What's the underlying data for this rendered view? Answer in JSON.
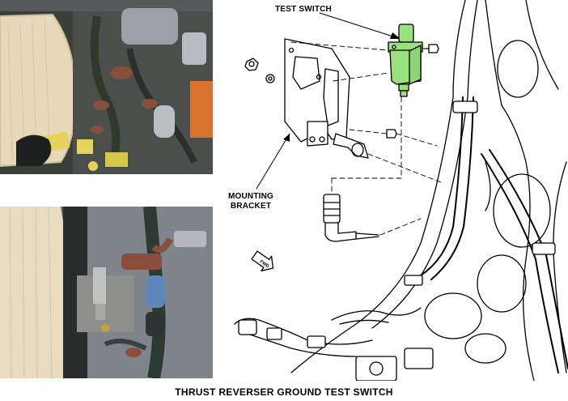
{
  "callouts": {
    "test_switch": "TEST SWITCH",
    "mounting_bracket_line1": "MOUNTING",
    "mounting_bracket_line2": "BRACKET",
    "fwd_arrow": "FWD"
  },
  "caption": "THRUST REVERSER GROUND TEST SWITCH",
  "colors": {
    "highlight_switch": "#99e07f",
    "photo_insulation": "#e8dcc0",
    "photo_metal": "#7a7f86",
    "photo_fitting_brown": "#8a4e3c",
    "photo_blue_sleeve": "#5f86b8",
    "photo_orange": "#d9722e"
  }
}
